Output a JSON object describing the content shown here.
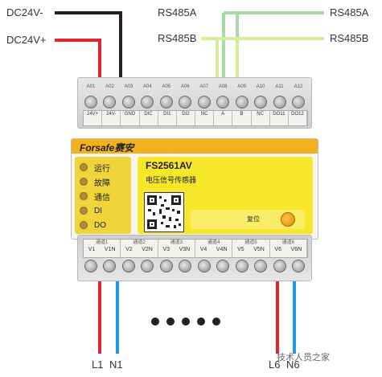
{
  "top_labels": {
    "dc24v_minus": "DC24V-",
    "dc24v_plus": "DC24V+",
    "rs485a_left": "RS485A",
    "rs485a_right": "RS485A",
    "rs485b_left": "RS485B",
    "rs485b_right": "RS485B"
  },
  "top_terminals": [
    "A01",
    "A02",
    "A03",
    "A04",
    "A05",
    "A06",
    "A07",
    "A08",
    "A09",
    "A10",
    "A11",
    "A12"
  ],
  "top_strip": [
    "24V+",
    "24V-",
    "GND",
    "DIC",
    "DI1",
    "DI2",
    "NC",
    "A",
    "B",
    "NC",
    "DO11",
    "DO12"
  ],
  "brand": "Forsafe赛安",
  "model": "FS2561AV",
  "model_subtitle": "电压信号传感器",
  "indicators": [
    "运行",
    "故障",
    "通信",
    "DI",
    "DO"
  ],
  "reset_label": "复位",
  "bottom_groups": [
    {
      "name": "通道1",
      "pins": [
        "V1",
        "V1N"
      ]
    },
    {
      "name": "通道2",
      "pins": [
        "V2",
        "V2N"
      ]
    },
    {
      "name": "通道3",
      "pins": [
        "V3",
        "V3N"
      ]
    },
    {
      "name": "通道4",
      "pins": [
        "V4",
        "V4N"
      ]
    },
    {
      "name": "通道5",
      "pins": [
        "V5",
        "V5N"
      ]
    },
    {
      "name": "通道6",
      "pins": [
        "V6",
        "V6N"
      ]
    }
  ],
  "bottom_labels": {
    "l1": "L1",
    "n1": "N1",
    "l6": "L6",
    "n6": "N6"
  },
  "watermark": "技术人员之家",
  "colors": {
    "wire_red": "#e0262b",
    "wire_black": "#2b2020",
    "wire_blue": "#1e9be8",
    "wire_green_a": "#a8d9a8",
    "wire_green_b": "#d6ec9a",
    "brand": "#f3b21d"
  }
}
